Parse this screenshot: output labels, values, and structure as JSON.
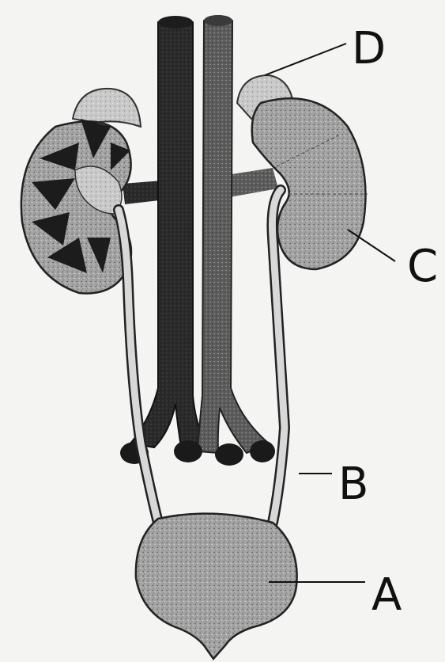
{
  "labels": {
    "a": "A",
    "b": "B",
    "c": "C",
    "d": "D"
  },
  "colors": {
    "paper": "#f4f4f2",
    "ink": "#111111",
    "vessel_dark": "#262626",
    "vessel_speckle": "#5f5f5f",
    "organ_fill": "#9a9a9a",
    "organ_light": "#cfcfcf",
    "pelvis_dark": "#2b2b2b"
  }
}
